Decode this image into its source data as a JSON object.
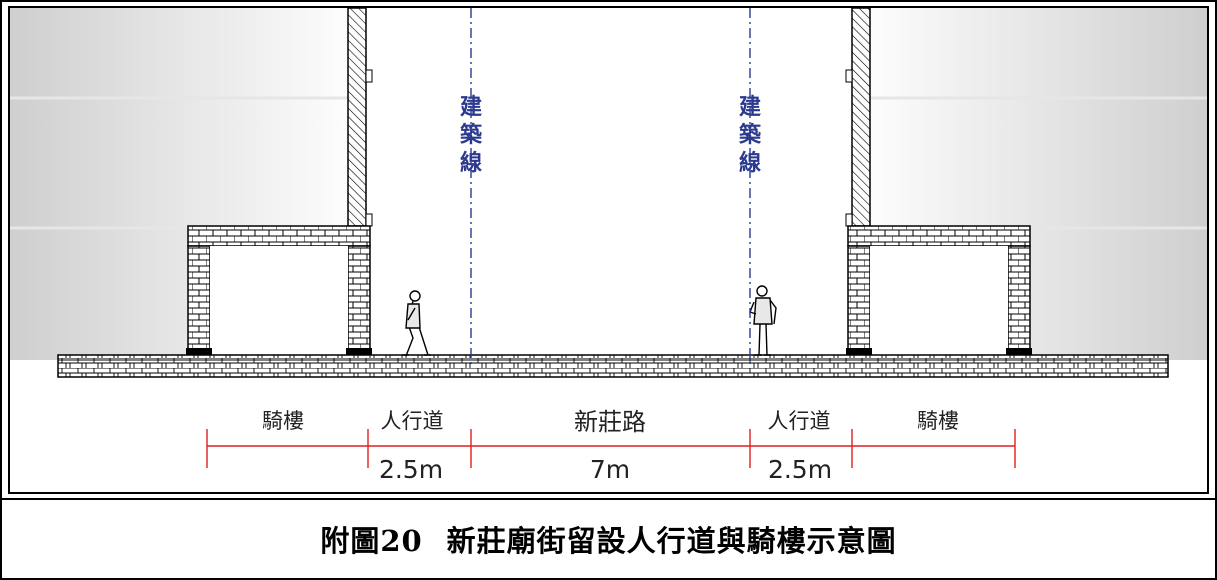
{
  "diagram": {
    "building_line_label": "建築線",
    "building_line_left": "建築線",
    "building_line_right": "建築線",
    "labels": {
      "arcade_left": "騎樓",
      "sidewalk_left": "人行道",
      "road": "新莊路",
      "sidewalk_right": "人行道",
      "arcade_right": "騎樓"
    },
    "dimensions": {
      "sidewalk_left": "2.5m",
      "road": "7m",
      "sidewalk_right": "2.5m"
    },
    "colors": {
      "building_line": "#2b3a8f",
      "dimension_line": "#e02020",
      "outline": "#000000"
    }
  },
  "caption": {
    "figure_number": "附圖20",
    "title": "新莊廟街留設人行道與騎樓示意圖"
  }
}
